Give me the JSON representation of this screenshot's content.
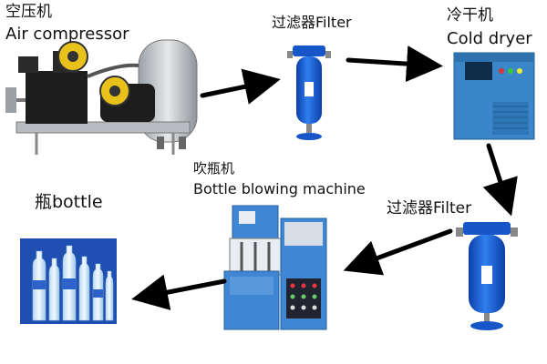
{
  "nodes": {
    "compressor": {
      "label_zh": "空压机",
      "label_en": "Air compressor",
      "icon": "air-compressor-icon"
    },
    "filter1": {
      "label": "过滤器Filter",
      "icon": "filter-icon"
    },
    "dryer": {
      "label_zh": "冷干机",
      "label_en": "Cold dryer",
      "icon": "cold-dryer-icon"
    },
    "filter2": {
      "label": "过滤器Filter",
      "icon": "filter-icon"
    },
    "blower": {
      "label_zh": "吹瓶机",
      "label_en": "Bottle blowing machine",
      "icon": "bottle-blowing-machine-icon"
    },
    "bottle": {
      "label": "瓶bottle",
      "icon": "bottles-icon"
    }
  },
  "flow": [
    "compressor",
    "filter1",
    "dryer",
    "filter2",
    "blower",
    "bottle"
  ],
  "colors": {
    "arrow": "#000000",
    "filter_blue": "#1a5fd6",
    "dryer_blue": "#3a86c8",
    "machine_blue": "#3f86d3",
    "compressor_black": "#1d1d1d",
    "compressor_yellow": "#e8c21a",
    "tank_gray": "#c9ccd0"
  }
}
